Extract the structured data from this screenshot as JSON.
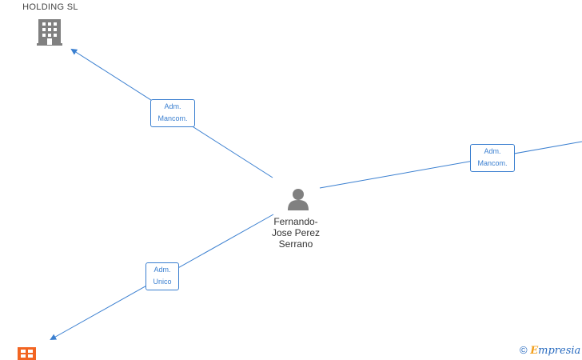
{
  "nodes": {
    "company_top": {
      "label": "HOLDING  SL",
      "icon": "building-icon",
      "color": "#808080"
    },
    "person": {
      "label_lines": [
        "Fernando-",
        "Jose Perez",
        "Serrano"
      ],
      "icon": "person-icon",
      "color": "#808080"
    },
    "company_bottom": {
      "icon": "building-icon",
      "color": "#f26522"
    }
  },
  "edges": [
    {
      "lines": [
        "Adm.",
        "Mancom."
      ]
    },
    {
      "lines": [
        "Adm.",
        "Mancom."
      ]
    },
    {
      "lines": [
        "Adm.",
        "Unico"
      ]
    }
  ],
  "colors": {
    "edge": "#3a7fd0"
  },
  "footer": {
    "copyright": "©",
    "brand_initial": "E",
    "brand_rest": "mpresia"
  }
}
